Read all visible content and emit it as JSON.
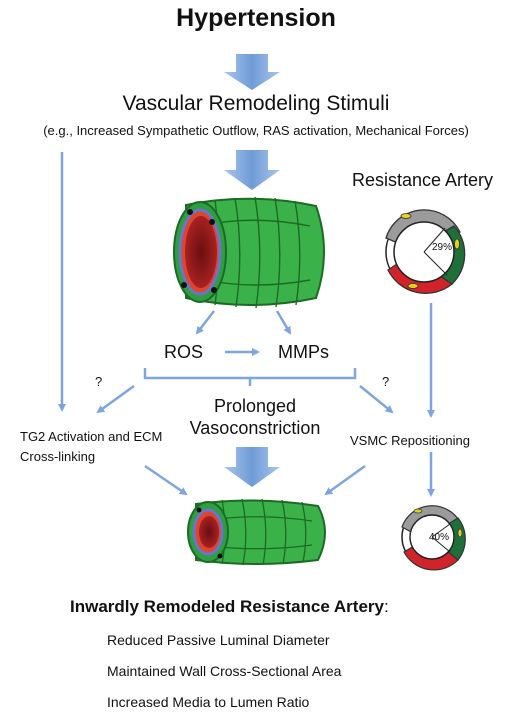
{
  "title": "Hypertension",
  "stimuli": {
    "heading": "Vascular Remodeling Stimuli",
    "examples": "(e.g., Increased Sympathetic Outflow, RAS activation, Mechanical Forces)"
  },
  "resistance_artery_label": "Resistance Artery",
  "cross_section": {
    "before_percent": "29%",
    "after_percent": "40%"
  },
  "mediators": {
    "ros": "ROS",
    "mmps": "MMPs"
  },
  "question_mark": "?",
  "prolonged": "Prolonged Vasoconstriction",
  "tg2": "TG2 Activation and ECM Cross-linking",
  "vsmc": "VSMC Repositioning",
  "outcome": {
    "title": "Inwardly Remodeled Resistance Artery",
    "colon": ":",
    "items": [
      "Reduced Passive Luminal Diameter",
      "Maintained Wall Cross-Sectional Area",
      "Increased Media to Lumen Ratio"
    ]
  },
  "colors": {
    "big_arrow": "#7ea6dc",
    "thin_arrow": "#7ea6dc",
    "vessel_green": "#3bb14a",
    "vessel_dark": "#1c6b25",
    "lumen_red": "#a01d1d",
    "lumen_inner": "#5c0b0b",
    "ring_blue": "#6a74c9",
    "segment_grey": "#9b9b9b",
    "segment_green": "#1f6f3a",
    "segment_red": "#d2232a"
  }
}
